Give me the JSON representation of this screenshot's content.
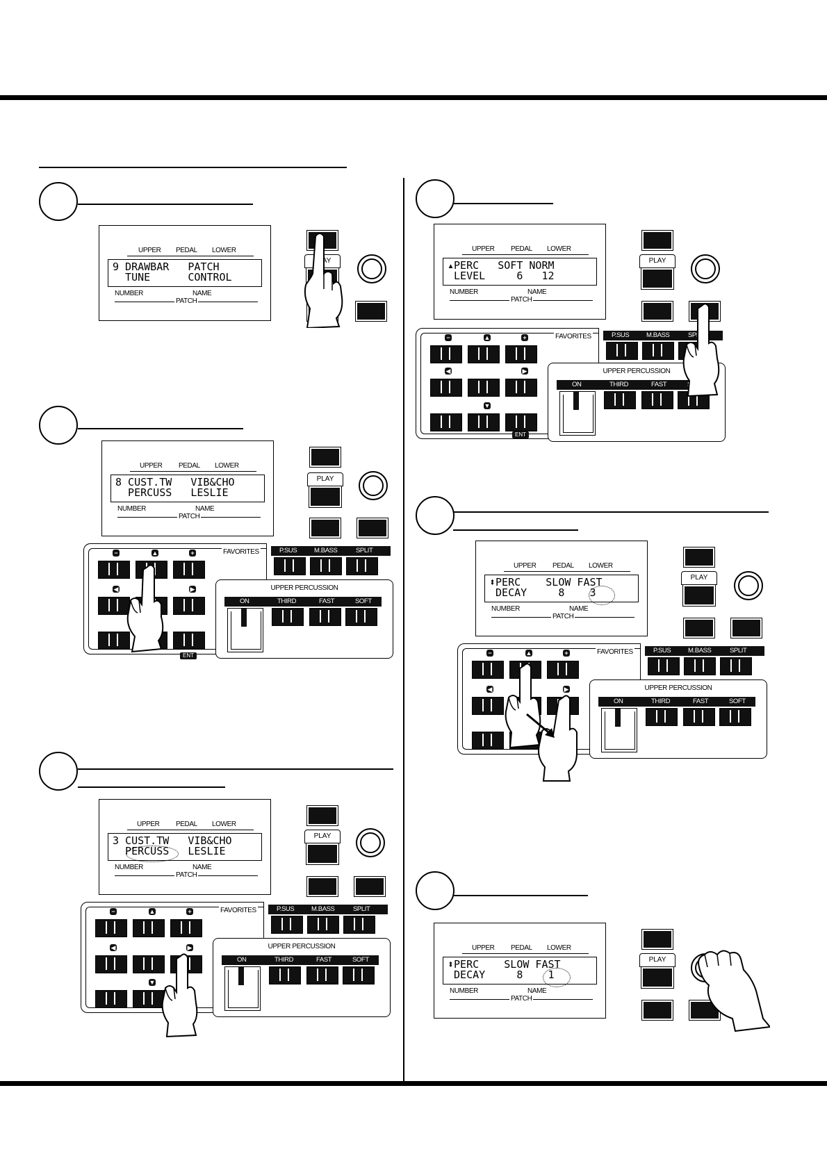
{
  "lcd_labels": {
    "upper": "UPPER",
    "pedal": "PEDAL",
    "lower": "LOWER",
    "number": "NUMBER",
    "name": "NAME",
    "patch": "PATCH"
  },
  "buttons": {
    "play": "PLAY",
    "favorites": "FAVORITES",
    "p_sus": "P.SUS",
    "m_bass": "M.BASS",
    "split": "SPLIT",
    "ent": "ENT"
  },
  "upper_percussion": {
    "title": "UPPER PERCUSSION",
    "on": "ON",
    "third": "THIRD",
    "fast": "FAST",
    "soft": "SOFT"
  },
  "steps": [
    {
      "lcd_line1": "9 DRAWBAR   PATCH",
      "lcd_line2": "  TUNE      CONTROL"
    },
    {
      "lcd_line1": "8 CUST.TW   VIB&CHO",
      "lcd_line2": "  PERCUSS   LESLIE"
    },
    {
      "lcd_line1": "3 CUST.TW   VIB&CHO",
      "lcd_line2": "  PERCUSS   LESLIE"
    },
    {
      "lcd_line1": "▴PERC   SOFT NORM",
      "lcd_line2": " LEVEL     6   12"
    },
    {
      "lcd_line1": "⬍PERC    SLOW FAST",
      "lcd_line2": " DECAY     8    3"
    },
    {
      "lcd_line1": "⬍PERC    SLOW FAST",
      "lcd_line2": " DECAY     8    1"
    }
  ],
  "icons": {
    "minus": "minus-icon",
    "up": "triangle-up-icon",
    "plus": "plus-icon",
    "left": "triangle-left-icon",
    "right": "triangle-right-icon",
    "down": "triangle-down-icon",
    "hand": "pointing-hand-icon"
  }
}
